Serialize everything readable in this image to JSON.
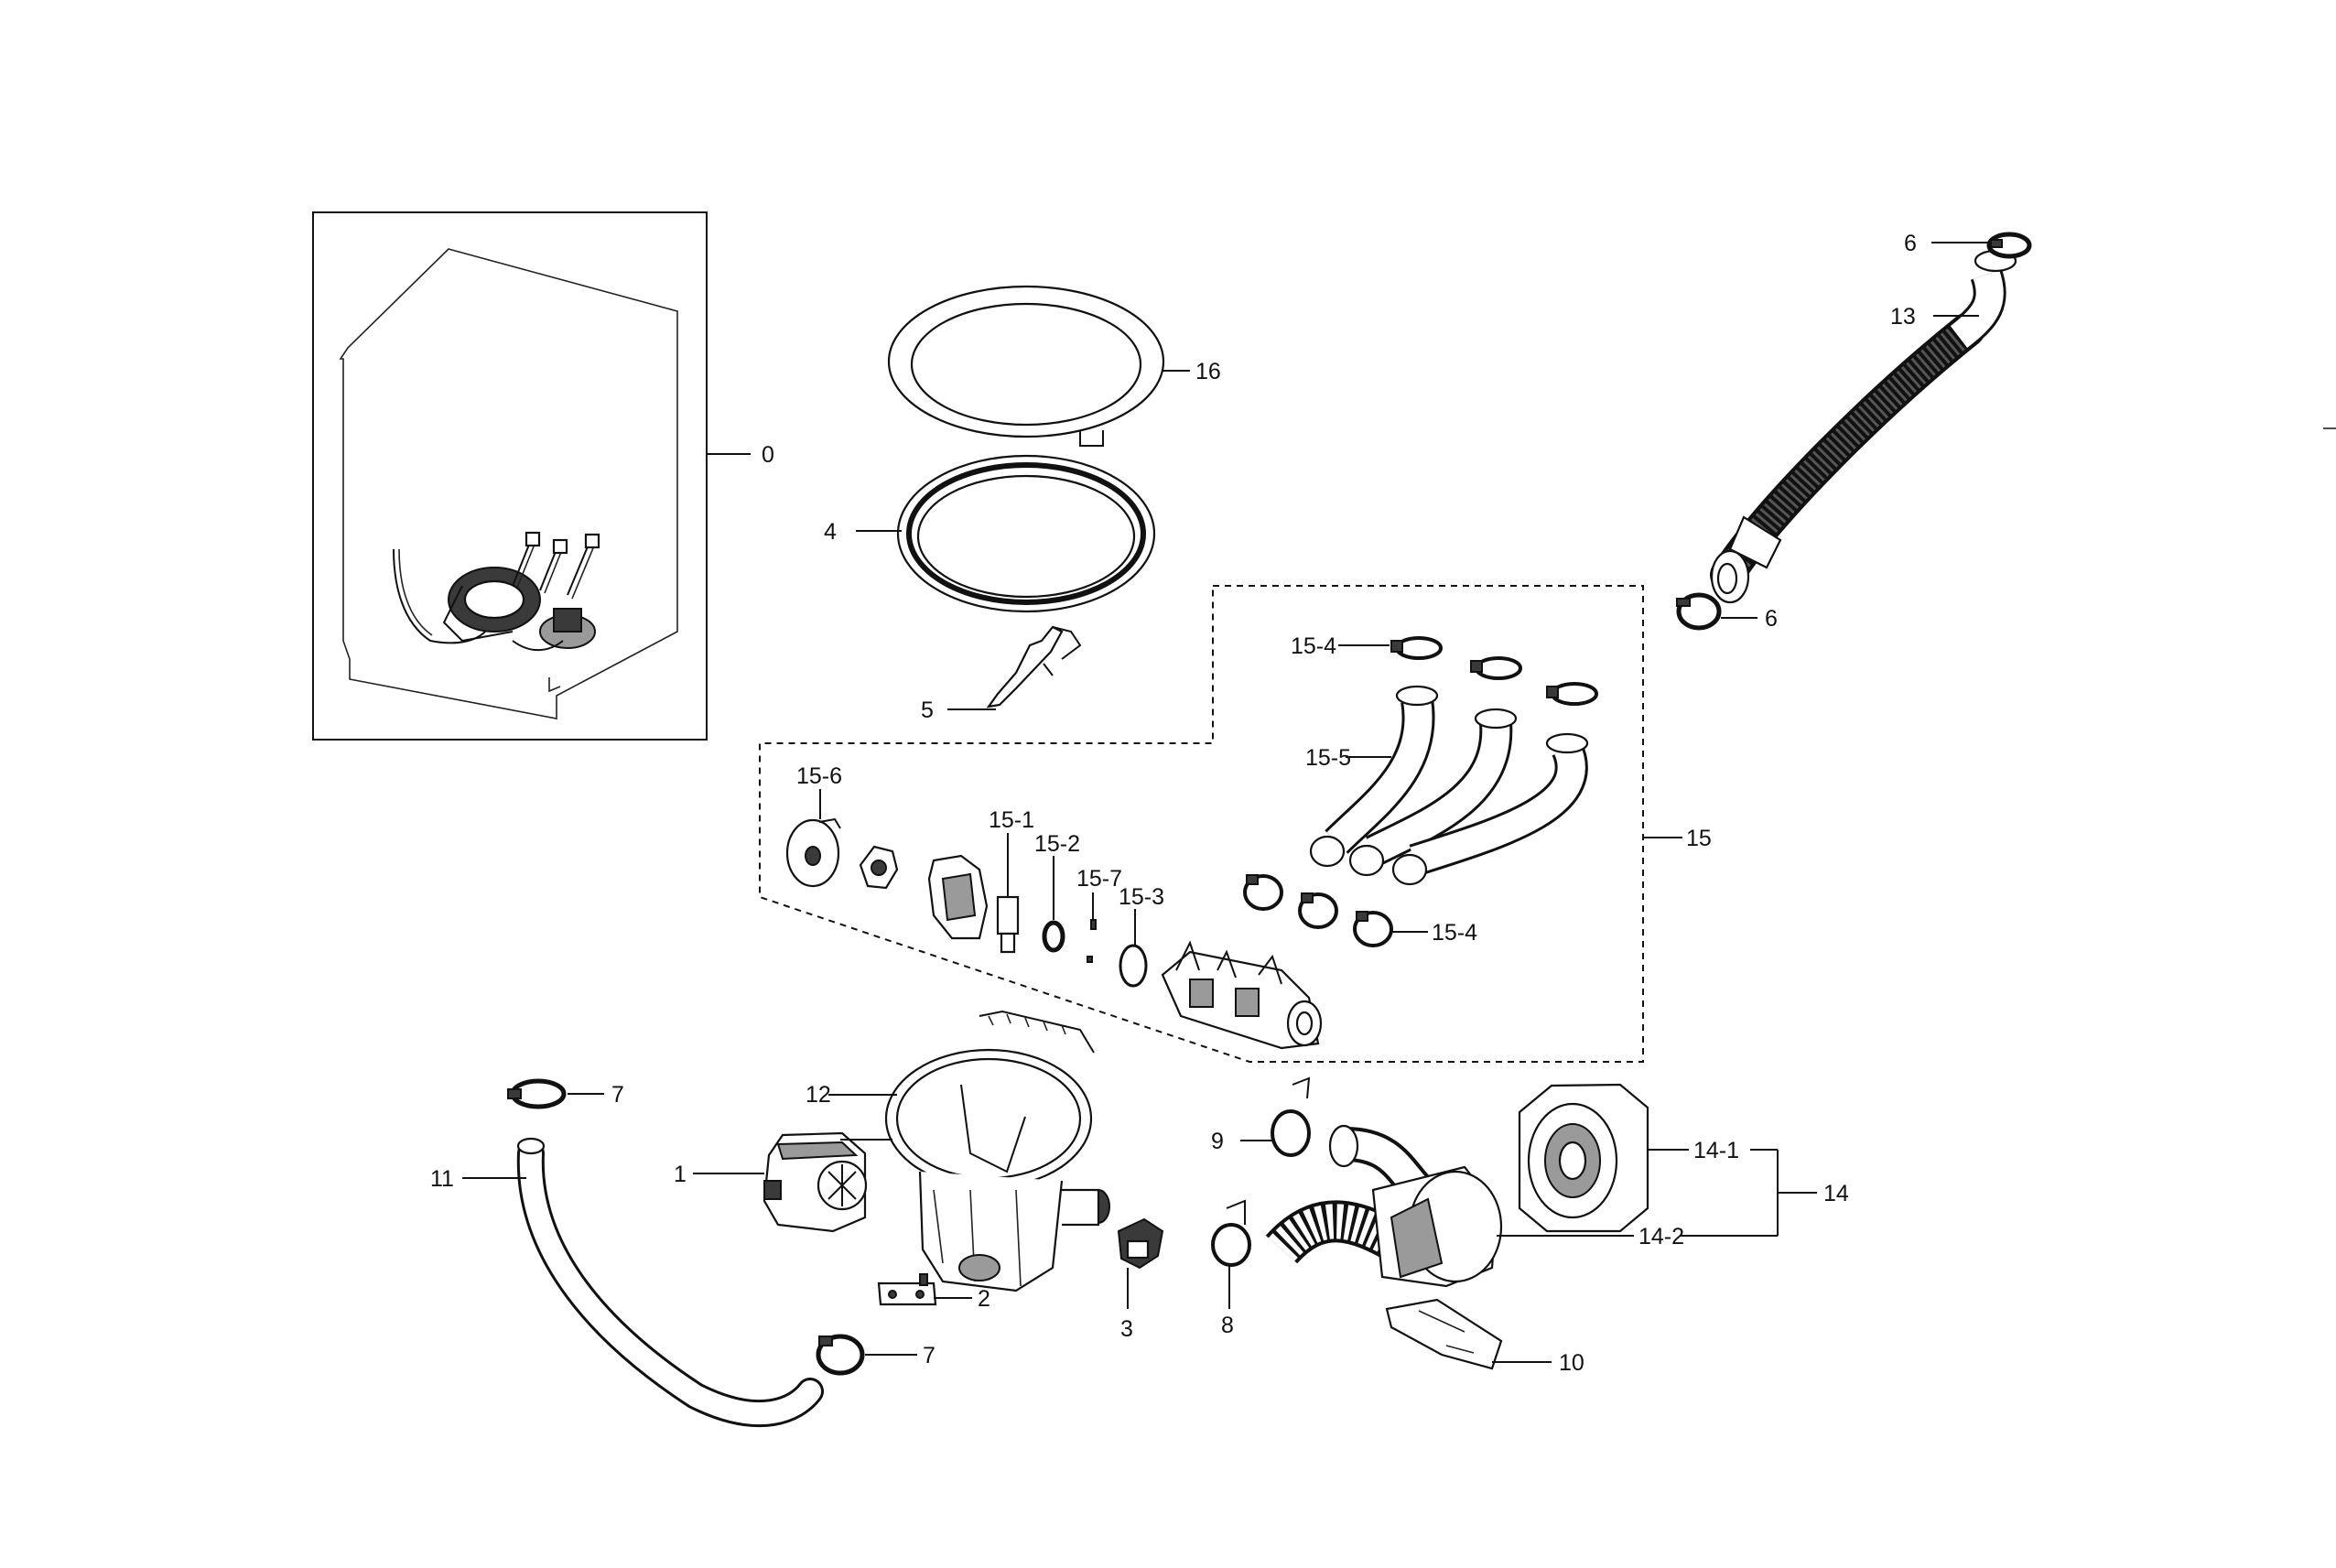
{
  "diagram": {
    "labels": {
      "p0": "0",
      "p1": "1",
      "p2": "2",
      "p3": "3",
      "p4": "4",
      "p5": "5",
      "p6a": "6",
      "p6b": "6",
      "p7a": "7",
      "p7b": "7",
      "p8": "8",
      "p9": "9",
      "p10": "10",
      "p11": "11",
      "p12": "12",
      "p13": "13",
      "p14": "14",
      "p14_1": "14-1",
      "p14_2": "14-2",
      "p15": "15",
      "p15_1": "15-1",
      "p15_2": "15-2",
      "p15_3": "15-3",
      "p15_4a": "15-4",
      "p15_4b": "15-4",
      "p15_5": "15-5",
      "p15_6": "15-6",
      "p15_7": "15-7",
      "p16": "16"
    }
  }
}
